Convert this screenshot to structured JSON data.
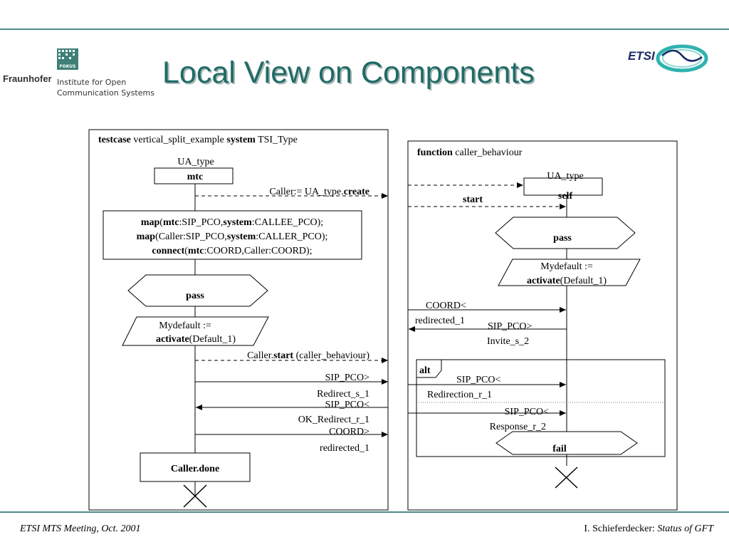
{
  "title": "Local View on Components",
  "logos": {
    "fraunhofer": "Fraunhofer",
    "fokus": "FOKUS",
    "institute_line1": "Institute for Open",
    "institute_line2": "Communication Systems",
    "etsi": "ETSI"
  },
  "footer": {
    "left": "ETSI MTS Meeting, Oct. 2001",
    "right_author": "I. Schieferdecker: ",
    "right_title": "Status of GFT"
  },
  "left_panel": {
    "header_kw1": "testcase",
    "header_name": " vertical_split_example ",
    "header_kw2": "system",
    "header_type": " TSI_Type",
    "instance_type": "UA_type",
    "instance_name": "mtc",
    "create_text": "Caller:= UA_type.",
    "create_kw": "create",
    "map1_kw": "map",
    "map1_p1": "(",
    "map1_mtc": "mtc",
    "map1_p2": ":SIP_PCO,",
    "map1_sys": "system",
    "map1_p3": ":CALLEE_PCO);",
    "map2_kw": "map",
    "map2_p1": "(Caller:SIP_PCO,",
    "map2_sys": "system",
    "map2_p2": ":CALLER_PCO);",
    "connect_kw": "connect",
    "connect_p1": "(",
    "connect_mtc": "mtc",
    "connect_p2": ":COORD,Caller:COORD);",
    "pass": "pass",
    "default_l1": "Mydefault :=",
    "default_kw": "activate",
    "default_l2": "(Default_1)",
    "start_p1": "Caller.",
    "start_kw": "start",
    "start_p2": " (caller_behaviour)",
    "msg1_a": "SIP_PCO>",
    "msg1_b": "Redirect_s_1",
    "msg2_a": "SIP_PCO<",
    "msg2_b": "OK_Redirect_r_1",
    "msg3_a": "COORD>",
    "msg3_b": "redirected_1",
    "done_a": "Caller",
    "done_b": ".done"
  },
  "right_panel": {
    "header_kw": "function",
    "header_name": " caller_behaviour",
    "instance_type": "UA_type",
    "instance_name": "self",
    "start": "start",
    "pass": "pass",
    "default_l1": "Mydefault :=",
    "default_kw": "activate",
    "default_l2": "(Default_1)",
    "msg1_a": "COORD<",
    "msg1_b": "redirected_1",
    "msg2_a": "SIP_PCO>",
    "msg2_b": "Invite_s_2",
    "alt": "alt",
    "msg3_a": "SIP_PCO<",
    "msg3_b": "Redirection_r_1",
    "msg4_a": "SIP_PCO<",
    "msg4_b": "Response_r_2",
    "fail": "fail"
  }
}
